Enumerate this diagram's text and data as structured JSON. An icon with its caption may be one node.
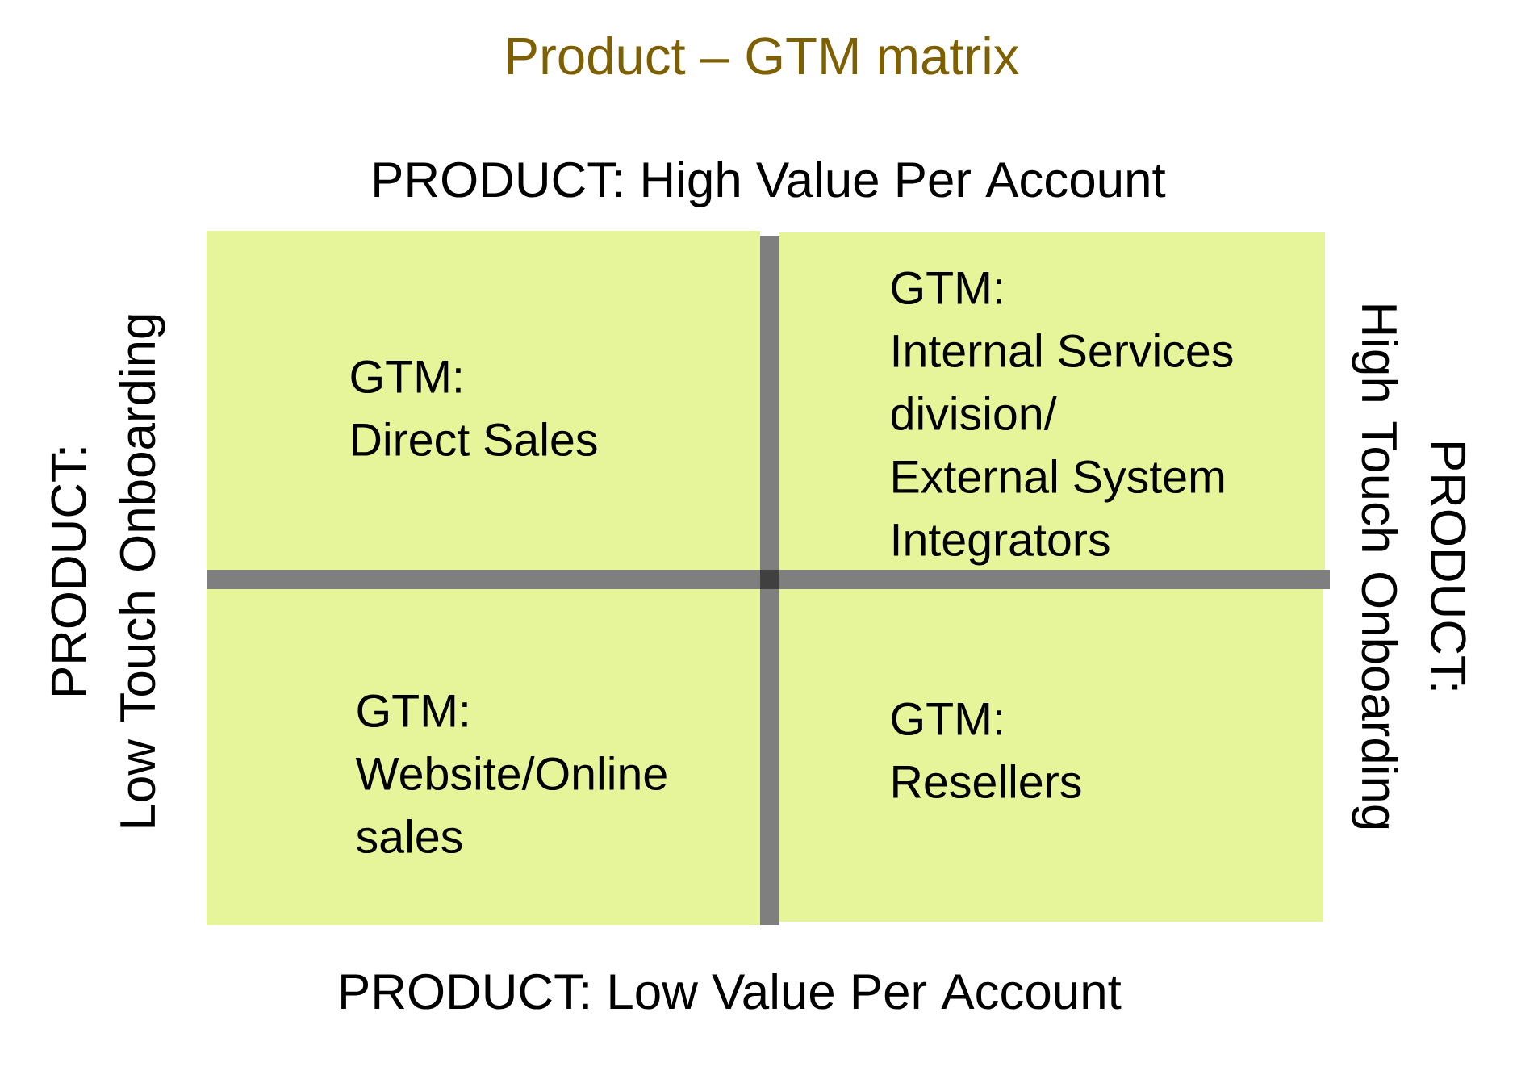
{
  "diagram": {
    "title": "Product – GTM matrix",
    "nodes": [
      {
        "text": [
          "GTM:",
          "Direct Sales"
        ]
      },
      {
        "text": [
          "GTM:",
          "Internal Services division/ External System Integrators"
        ]
      },
      {
        "text": [
          "GTM:",
          "Website/Online sales"
        ]
      },
      {
        "text": [
          "GTM:",
          "Resellers"
        ]
      }
    ],
    "labels": [
      "PRODUCT: High Value Per Account",
      "PRODUCT: Low Touch Onboarding",
      "PRODUCT: High Touch Onboarding",
      "PRODUCT: Low Value Per Account"
    ]
  }
}
